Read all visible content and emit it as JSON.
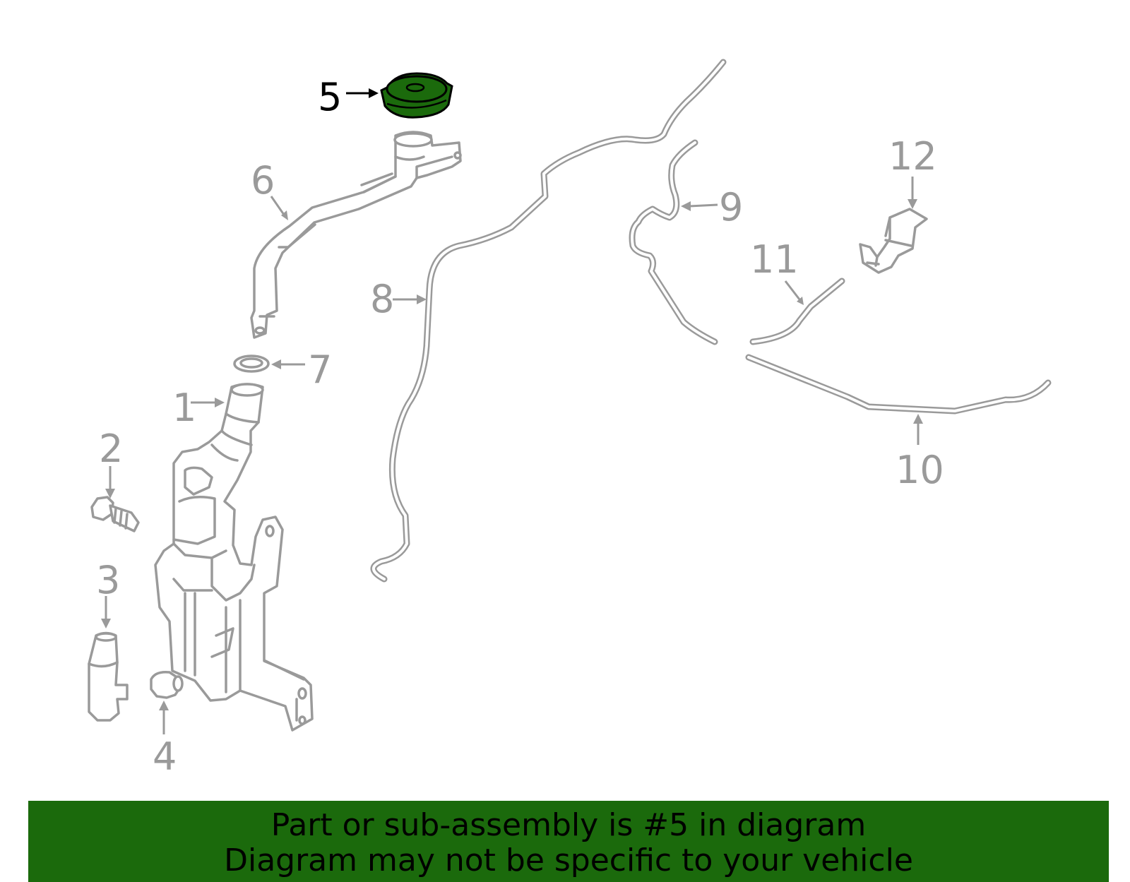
{
  "diagram": {
    "highlight_color": "#1b6a0c",
    "highlighted_part": "5",
    "callouts": [
      "1",
      "2",
      "3",
      "4",
      "5",
      "6",
      "7",
      "8",
      "9",
      "10",
      "11",
      "12"
    ]
  },
  "banner": {
    "line1": "Part or sub-assembly is #5 in diagram",
    "line2": "Diagram may not be specific to your vehicle",
    "background": "#1b6a0c"
  }
}
